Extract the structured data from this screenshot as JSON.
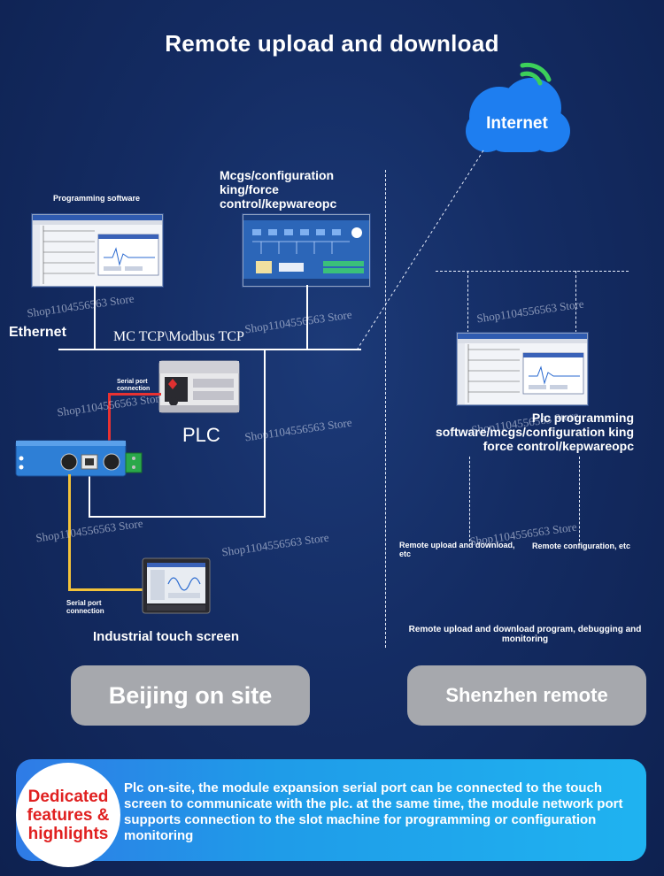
{
  "title": "Remote upload and download",
  "internet": {
    "label": "Internet"
  },
  "labels": {
    "programming_software": "Programming software",
    "mcgs": "Mcgs/configuration king/force control/kepwareopc",
    "ethernet": "Ethernet",
    "protocol": "MC TCP\\Modbus TCP",
    "plc": "PLC",
    "serial_port_top": "Serial port connection",
    "serial_port_bottom": "Serial port connection",
    "touch_screen": "Industrial touch screen",
    "remote_software": "Plc programming software/mcgs/configuration king force control/kepwareopc",
    "remote_upload": "Remote upload and download, etc",
    "remote_config": "Remote configuration, etc",
    "remote_summary": "Remote upload and download program, debugging and monitoring"
  },
  "watermark": "Shop1104556563 Store",
  "sites": {
    "local": "Beijing on site",
    "remote": "Shenzhen remote"
  },
  "highlight": {
    "badge": "Dedicated features & highlights",
    "text": "Plc on-site, the module expansion serial port can be connected to the touch screen to communicate with the plc. at the same time, the module network port supports connection to the slot machine for programming or configuration monitoring"
  },
  "colors": {
    "background": "#142c63",
    "cloud": "#1e7ef0",
    "wifi": "#3cd05a",
    "serial_red": "#e83232",
    "serial_yellow": "#f2c23a",
    "banner": "#1f9be8",
    "badge_text": "#e02020",
    "pill": "#a6a8ad"
  }
}
